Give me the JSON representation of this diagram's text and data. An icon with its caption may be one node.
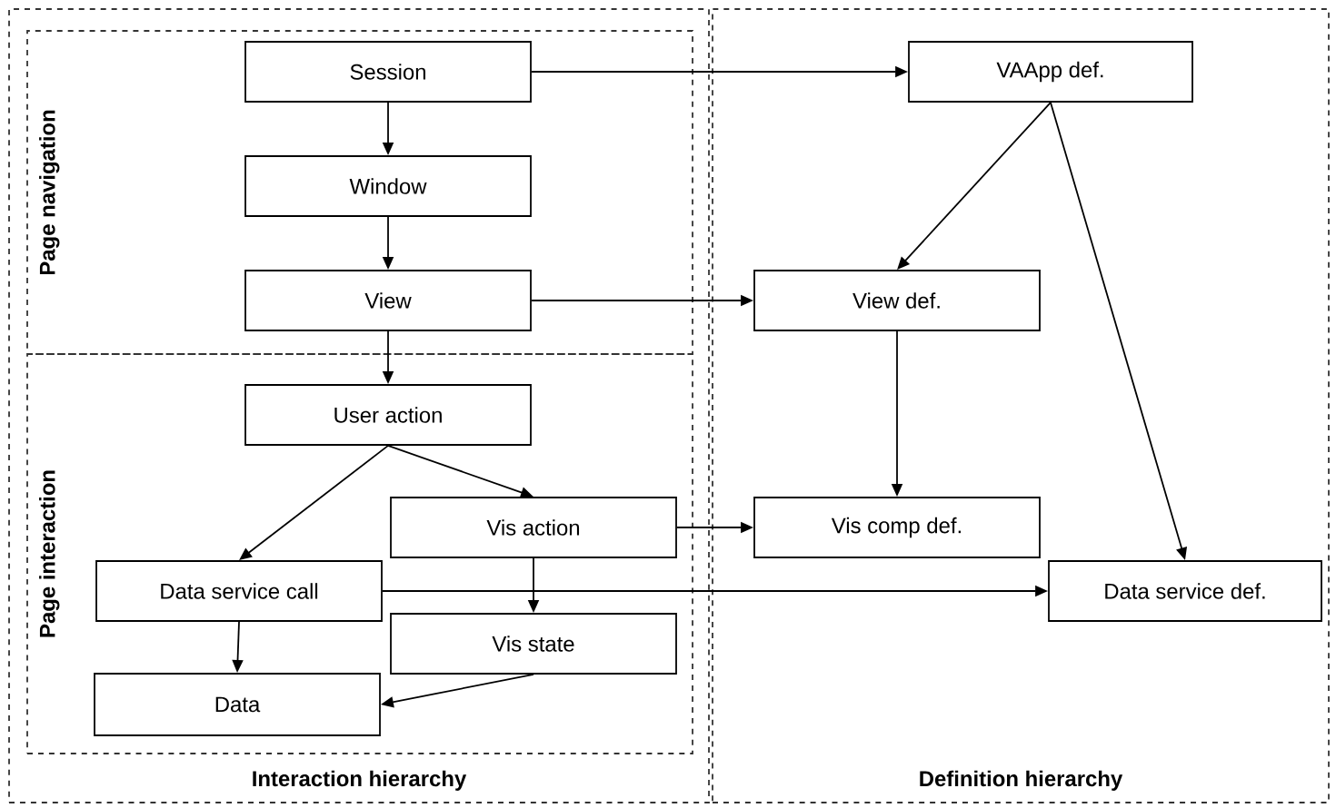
{
  "diagram": {
    "nodes": [
      {
        "text": [
          "Interaction hierarchy"
        ]
      },
      {
        "text": [
          "Page navigation"
        ],
        "in": 0
      },
      {
        "text": [
          "Page interaction"
        ],
        "in": 0
      },
      {
        "text": [
          "Definition hierarchy"
        ]
      },
      {
        "text": [
          "Session"
        ],
        "in": 1
      },
      {
        "text": [
          "Window"
        ],
        "in": 1
      },
      {
        "text": [
          "View"
        ],
        "in": 1
      },
      {
        "text": [
          "User action"
        ],
        "in": 2
      },
      {
        "text": [
          "Vis action"
        ],
        "in": 2
      },
      {
        "text": [
          "Data service call"
        ],
        "in": 2
      },
      {
        "text": [
          "Vis state"
        ],
        "in": 2
      },
      {
        "text": [
          "Data"
        ],
        "in": 2
      },
      {
        "text": [
          "VAApp def."
        ],
        "in": 3
      },
      {
        "text": [
          "View def."
        ],
        "in": 3
      },
      {
        "text": [
          "Vis comp def."
        ],
        "in": 3
      },
      {
        "text": [
          "Data service def."
        ],
        "in": 3
      }
    ],
    "edges": [
      {
        "from": 4,
        "to": 5,
        "arrow": "to"
      },
      {
        "from": 5,
        "to": 6,
        "arrow": "to"
      },
      {
        "from": 6,
        "to": 7,
        "arrow": "to"
      },
      {
        "from": 7,
        "to": 9,
        "arrow": "to"
      },
      {
        "from": 7,
        "to": 8,
        "arrow": "to"
      },
      {
        "from": 8,
        "to": 10,
        "arrow": "to"
      },
      {
        "from": 9,
        "to": 11,
        "arrow": "to"
      },
      {
        "from": 10,
        "to": 11,
        "arrow": "to"
      },
      {
        "from": 4,
        "to": 12,
        "arrow": "to"
      },
      {
        "from": 6,
        "to": 13,
        "arrow": "to"
      },
      {
        "from": 8,
        "to": 14,
        "arrow": "to"
      },
      {
        "from": 9,
        "to": 15,
        "arrow": "to"
      },
      {
        "from": 12,
        "to": 13,
        "arrow": "to"
      },
      {
        "from": 12,
        "to": 15,
        "arrow": "to"
      },
      {
        "from": 13,
        "to": 14,
        "arrow": "to"
      }
    ]
  }
}
